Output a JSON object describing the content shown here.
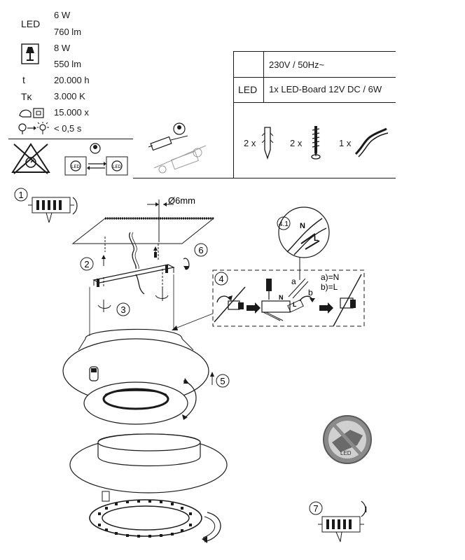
{
  "specs": {
    "led_label": "LED",
    "led_power": "6 W",
    "led_lumen": "760 lm",
    "lamp_power": "8 W",
    "lamp_lumen": "550 lm",
    "life_symbol": "t",
    "life_value": "20.000 h",
    "temp_symbol": "Tĸ",
    "temp_value": "3.000 K",
    "cycles_value": "15.000 x",
    "start_value": "< 0,5 s"
  },
  "table": {
    "voltage": "230V / 50Hz~",
    "led_label": "LED",
    "led_board": "1x LED-Board 12V DC / 6W",
    "dowel_qty": "2 x",
    "screw_qty": "2 x",
    "cable_qty": "1 x"
  },
  "small_labels": {
    "led": "LED"
  },
  "assembly": {
    "step1": "1",
    "step2": "2",
    "step3": "3",
    "step4": "4",
    "step41": "4.1",
    "step5": "5",
    "step6": "6",
    "step7": "7",
    "drill": "Ø6mm",
    "wire_a": "a)=N",
    "wire_b": "b)=L",
    "a": "a",
    "b": "b",
    "n": "N",
    "l": "L",
    "switch_on": "I"
  },
  "colors": {
    "line": "#1a1a1a",
    "no_symbol": "#8a8a8a"
  },
  "icons": {
    "lamp": "table-lamp-icon",
    "cycles": "switch-cycles-icon",
    "start": "bulb-start-icon",
    "no_dimmer": "no-dimmer-icon",
    "service": "service-technician-icon",
    "no_led": "no-led-replacement-icon"
  }
}
